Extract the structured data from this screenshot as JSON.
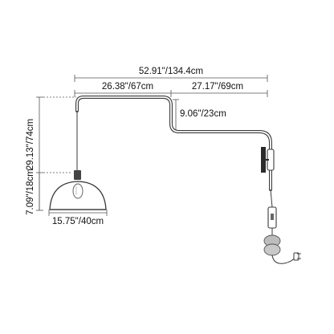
{
  "dimensions": {
    "total_width": "52.91\"/134.4cm",
    "arm_left_width": "26.38\"/67cm",
    "arm_right_width": "27.17\"/69cm",
    "arm_drop": "9.06\"/23cm",
    "total_height": "29.13\"/74cm",
    "shade_height": "7.09\"/18cm",
    "shade_diameter": "15.75\"/40cm"
  },
  "colors": {
    "line": "#3a3a3a",
    "dim_line": "#555555",
    "text": "#111111",
    "bracket": "#2b2b2b"
  }
}
